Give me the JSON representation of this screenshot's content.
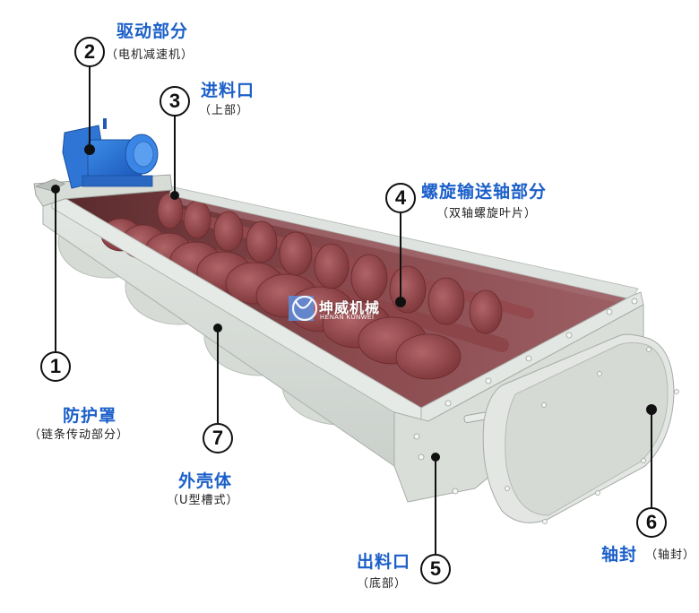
{
  "diagram": {
    "subject": "U-shaped twin-shaft screw conveyor",
    "label_color": "#1b5fc9",
    "callouts": [
      {
        "number": "1",
        "title": "防护罩",
        "subtitle": "（链条传动部分）"
      },
      {
        "number": "2",
        "title": "驱动部分",
        "subtitle": "（电机减速机）"
      },
      {
        "number": "3",
        "title": "进料口",
        "subtitle": "（上部）"
      },
      {
        "number": "4",
        "title": "螺旋输送轴部分",
        "subtitle": "（双轴螺旋叶片）"
      },
      {
        "number": "5",
        "title": "出料口",
        "subtitle": "（底部）"
      },
      {
        "number": "6",
        "title": "轴封",
        "subtitle": "（轴封）"
      },
      {
        "number": "7",
        "title": "外壳体",
        "subtitle": "（U型槽式）"
      }
    ],
    "watermark": {
      "title": "坤威机械",
      "subtitle": "HENAN KUNWEI"
    }
  }
}
